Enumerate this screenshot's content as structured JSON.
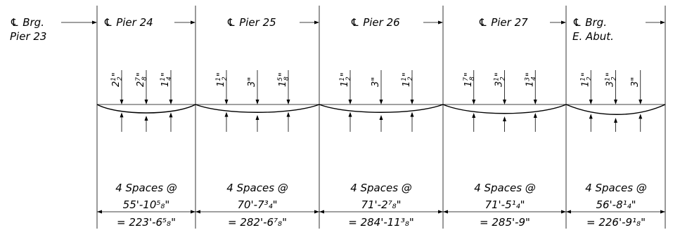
{
  "headers": {
    "brg_pier_23": [
      "℄ Brg.",
      "Pier 23"
    ],
    "pier_24": "℄ Pier 24",
    "pier_25": "℄ Pier 25",
    "pier_26": "℄ Pier 26",
    "pier_27": "℄ Pier 27",
    "brg_e_abut": [
      "℄ Brg.",
      "E. Abut."
    ]
  },
  "spans": [
    {
      "name": "pier-24-to-25",
      "camber_marks": [
        {
          "whole": "2",
          "num": "1",
          "den": "2"
        },
        {
          "whole": "2",
          "num": "7",
          "den": "8"
        },
        {
          "whole": "1",
          "num": "1",
          "den": "4"
        }
      ],
      "spacing_label": "4 Spaces @",
      "spacing_value": "55'-10⁵₈\"",
      "total_length": "= 223'-6⁵₈\""
    },
    {
      "name": "pier-25-to-26",
      "camber_marks": [
        {
          "whole": "1",
          "num": "1",
          "den": "2"
        },
        {
          "whole": "3",
          "num": "",
          "den": ""
        },
        {
          "whole": "1",
          "num": "5",
          "den": "8"
        }
      ],
      "spacing_label": "4 Spaces @",
      "spacing_value": "70'-7³₄\"",
      "total_length": "= 282'-6⁷₈\""
    },
    {
      "name": "pier-26-to-27",
      "camber_marks": [
        {
          "whole": "1",
          "num": "1",
          "den": "2"
        },
        {
          "whole": "3",
          "num": "",
          "den": ""
        },
        {
          "whole": "1",
          "num": "1",
          "den": "2"
        }
      ],
      "spacing_label": "4 Spaces @",
      "spacing_value": "71'-2⁷₈\"",
      "total_length": "= 284'-11³₈\""
    },
    {
      "name": "pier-27-to-28",
      "camber_marks": [
        {
          "whole": "1",
          "num": "7",
          "den": "8"
        },
        {
          "whole": "3",
          "num": "1",
          "den": "2"
        },
        {
          "whole": "1",
          "num": "3",
          "den": "4"
        }
      ],
      "spacing_label": "4 Spaces @",
      "spacing_value": "71'-5¹₄\"",
      "total_length": "= 285'-9\""
    },
    {
      "name": "pier-28-to-e-abut",
      "camber_marks": [
        {
          "whole": "1",
          "num": "1",
          "den": "2"
        },
        {
          "whole": "3",
          "num": "1",
          "den": "2"
        },
        {
          "whole": "3",
          "num": "",
          "den": ""
        }
      ],
      "spacing_label": "4 Spaces @",
      "spacing_value": "56'-8¹₄\"",
      "total_length": "= 226'-9¹₈\""
    }
  ]
}
